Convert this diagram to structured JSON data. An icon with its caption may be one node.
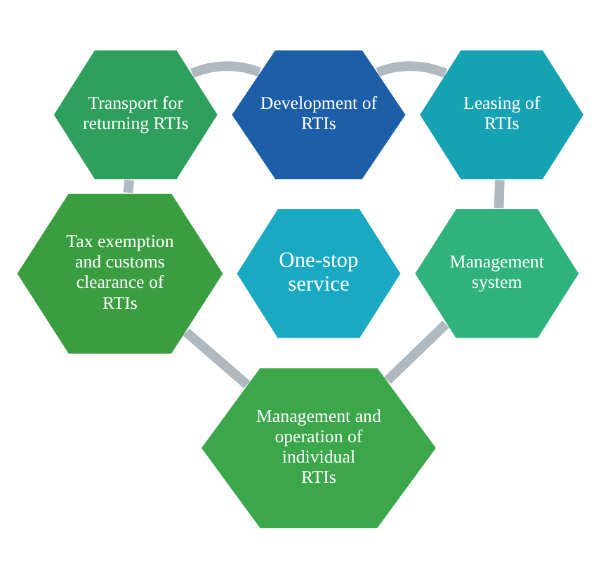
{
  "diagram": {
    "nodes": [
      {
        "text": [
          "Development of RTIs"
        ]
      },
      {
        "text": [
          "Transport for returning RTIs"
        ]
      },
      {
        "text": [
          "Leasing of RTIs"
        ]
      },
      {
        "text": [
          "One-stop service"
        ]
      },
      {
        "text": [
          "Tax exemption and customs clearance of RTIs"
        ]
      },
      {
        "text": [
          "Management system"
        ]
      },
      {
        "text": [
          "Management and operation of individual RTIs"
        ]
      }
    ],
    "edges": [
      {
        "from": 1,
        "to": 0,
        "arrow": "none"
      },
      {
        "from": 0,
        "to": 2,
        "arrow": "none"
      },
      {
        "from": 2,
        "to": 5,
        "arrow": "none"
      },
      {
        "from": 5,
        "to": 6,
        "arrow": "none"
      },
      {
        "from": 6,
        "to": 4,
        "arrow": "none"
      },
      {
        "from": 4,
        "to": 1,
        "arrow": "none"
      }
    ]
  }
}
